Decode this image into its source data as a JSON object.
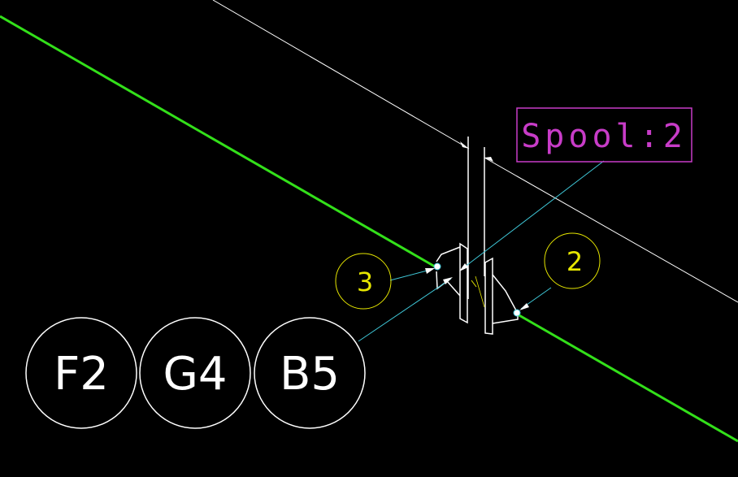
{
  "spool_tag": {
    "label": "Spool:2"
  },
  "weld_bubbles": [
    {
      "label": "3"
    },
    {
      "label": "2"
    }
  ],
  "grid_bubbles": [
    {
      "label": "F2"
    },
    {
      "label": "G4"
    },
    {
      "label": "B5"
    }
  ],
  "colors": {
    "background": "#000000",
    "pipe": "#33e01a",
    "dimension": "#ffffff",
    "leader": "#3fc8d8",
    "weld_bubble": "#e6e600",
    "spool_tag": "#c83cc8",
    "component": "#ffffff"
  }
}
